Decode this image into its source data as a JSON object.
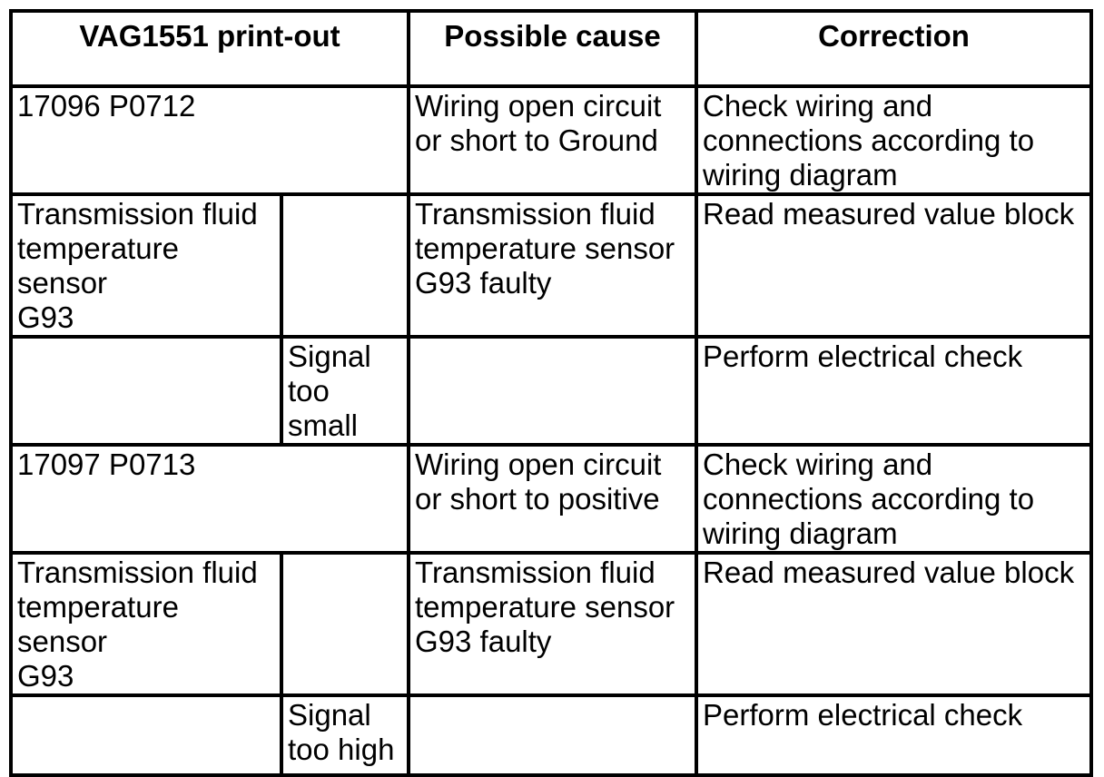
{
  "page": {
    "background_color": "#ffffff",
    "text_color": "#000000",
    "border_color": "#000000"
  },
  "table": {
    "header": {
      "printout_label": "VAG1551 print-out",
      "cause_label": "Possible cause",
      "correction_label": "Correction"
    },
    "rows": [
      {
        "cells": [
          {
            "text": "17096 P0712"
          },
          {
            "text": "Wiring open circuit\nor short to Ground"
          },
          {
            "text": "Check wiring and\nconnections according to\nwiring diagram"
          }
        ]
      },
      {
        "cells": [
          {
            "text": "Transmission fluid\ntemperature sensor\nG93"
          },
          {
            "text": ""
          },
          {
            "text": "Transmission fluid\ntemperature sensor\nG93 faulty"
          },
          {
            "text": "Read measured value block"
          }
        ]
      },
      {
        "cells": [
          {
            "text": ""
          },
          {
            "text": "Signal\ntoo\nsmall"
          },
          {
            "text": ""
          },
          {
            "text": "Perform electrical check"
          }
        ]
      },
      {
        "cells": [
          {
            "text": "17097 P0713"
          },
          {
            "text": "Wiring open circuit\nor short to positive"
          },
          {
            "text": "Check wiring and\nconnections according to\nwiring diagram"
          }
        ]
      },
      {
        "cells": [
          {
            "text": "Transmission fluid\ntemperature sensor\nG93"
          },
          {
            "text": ""
          },
          {
            "text": "Transmission fluid\ntemperature sensor\nG93 faulty"
          },
          {
            "text": "Read measured value block"
          }
        ]
      },
      {
        "cells": [
          {
            "text": ""
          },
          {
            "text": "Signal\ntoo high"
          },
          {
            "text": ""
          },
          {
            "text": "Perform electrical check"
          }
        ]
      }
    ]
  }
}
